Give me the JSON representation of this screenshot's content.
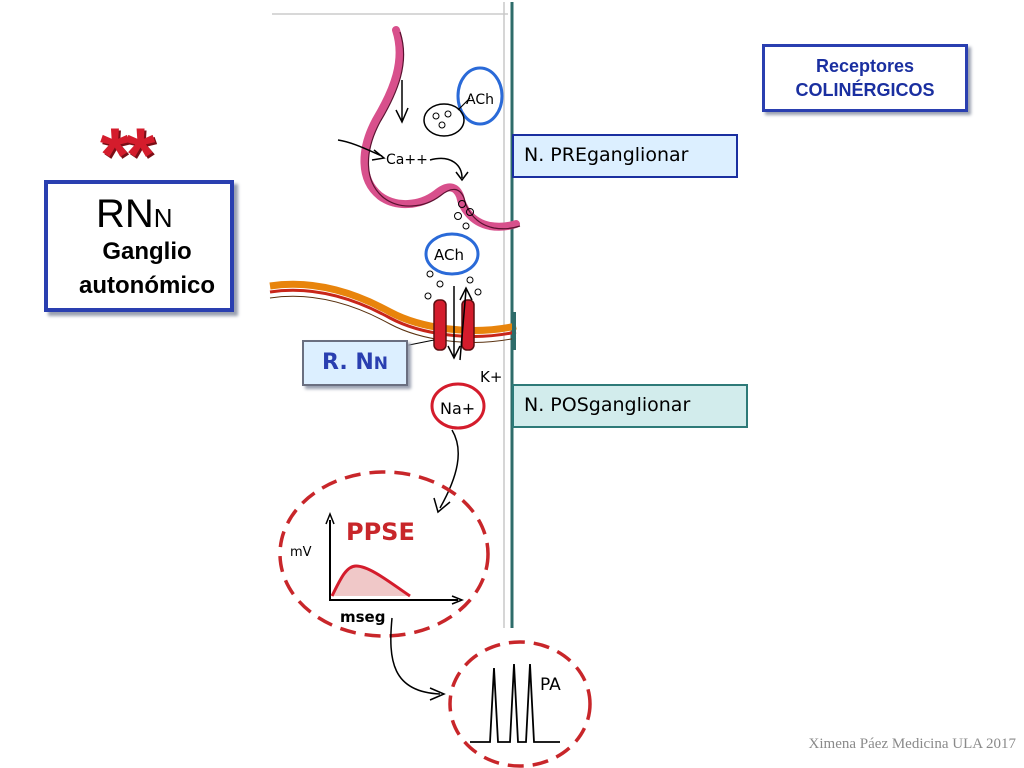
{
  "receptores": {
    "line1": "Receptores",
    "line2": "COLINÉRGICOS"
  },
  "stars": "**",
  "rnn_box": {
    "title_main": "RN",
    "title_sub": "N",
    "line1": "Ganglio",
    "line2": "autonómico"
  },
  "pre_label": "N. PREganglionar",
  "pos_label": "N. POSganglionar",
  "receptor_label": {
    "main": "R. N",
    "sub": "N"
  },
  "drawing_text": {
    "ach_top": "ACh",
    "ca": "Ca++",
    "ach_cleft": "ACh",
    "k": "K+",
    "na": "Na+",
    "mv": "mV",
    "ppse": "PPSE",
    "mseg": "mseg",
    "pa": "PA"
  },
  "colors": {
    "blue": "#2a3fb0",
    "pink": "#d8508c",
    "red": "#d41c2c",
    "orange": "#e8840c",
    "teal": "#2e6c6a"
  },
  "footer": "Ximena Páez Medicina ULA 2017"
}
